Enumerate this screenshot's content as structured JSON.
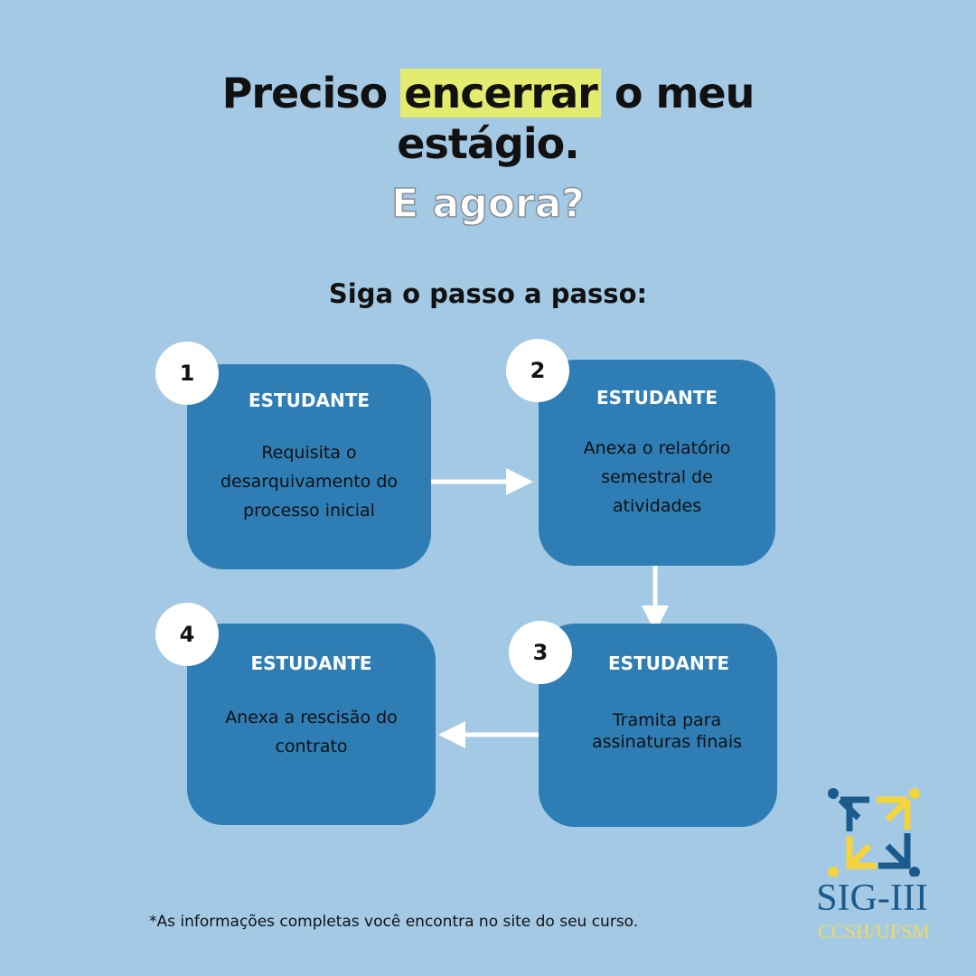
{
  "header": {
    "line1_pre": "Preciso ",
    "line1_highlight": "encerrar",
    "line1_post": " o meu",
    "line2": "estágio.",
    "subtitle": "E agora?",
    "steps_heading": "Siga o passo a passo:"
  },
  "steps": [
    {
      "number": "1",
      "role": "ESTUDANTE",
      "description": "Requisita o desarquivamento do processo inicial"
    },
    {
      "number": "2",
      "role": "ESTUDANTE",
      "description": "Anexa o relatório semestral de atividades"
    },
    {
      "number": "3",
      "role": "ESTUDANTE",
      "description": "Tramita para assinaturas finais"
    },
    {
      "number": "4",
      "role": "ESTUDANTE",
      "description": "Anexa a rescisão do contrato"
    }
  ],
  "footnote": "*As informações completas você encontra no site do seu curso.",
  "logo": {
    "name": "SIG-III",
    "org": "CCSH/UFSM"
  },
  "colors": {
    "background": "#a3c9e5",
    "box": "#2f7db5",
    "highlight": "#e3ec6e",
    "logo_blue": "#1a5a8c",
    "logo_yellow": "#f5d33a"
  }
}
